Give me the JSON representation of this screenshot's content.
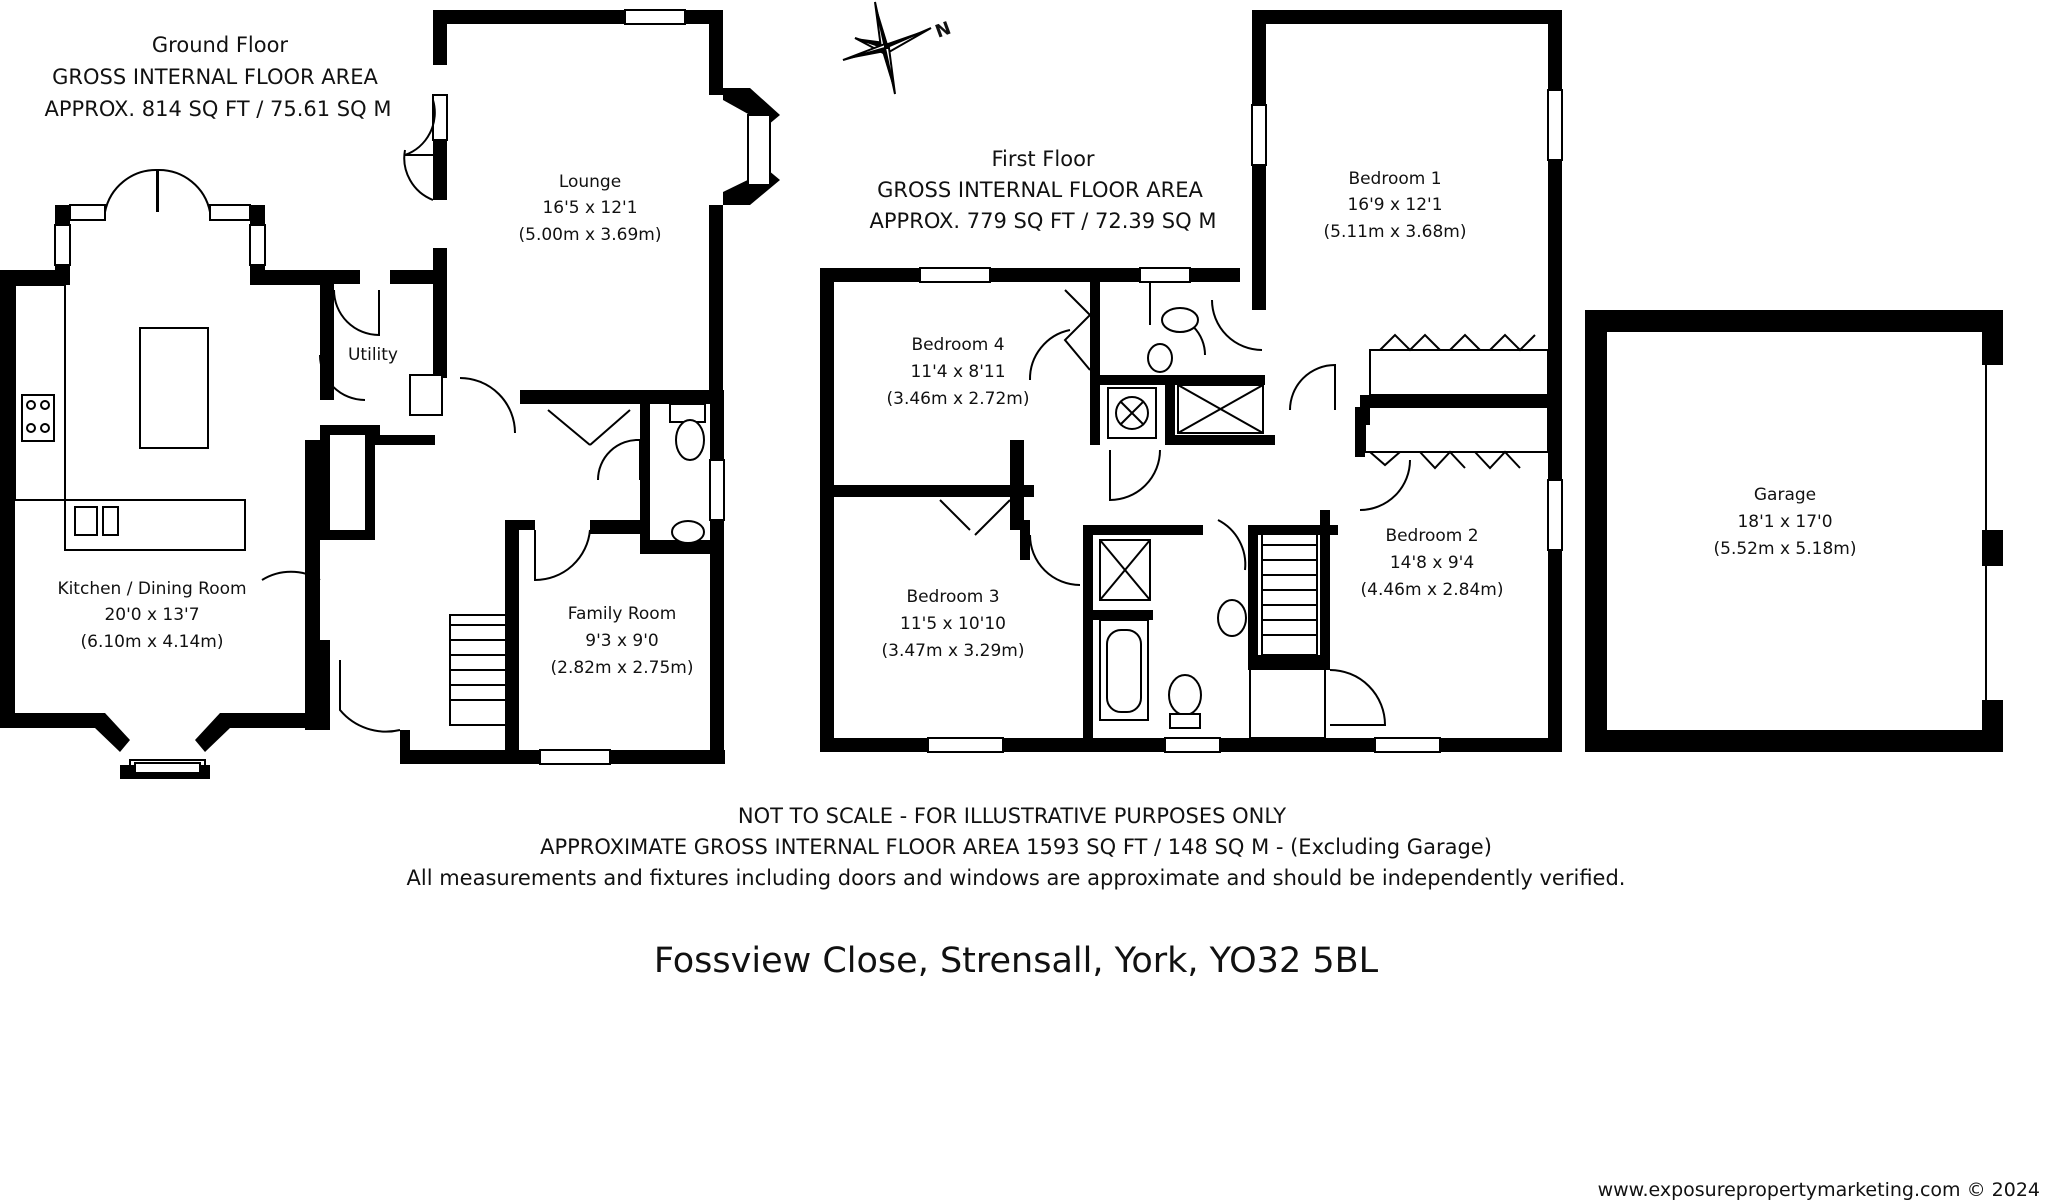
{
  "ground_floor": {
    "title": "Ground Floor",
    "area_heading": "GROSS INTERNAL FLOOR AREA",
    "area": "APPROX. 814 SQ FT / 75.61 SQ M",
    "rooms": {
      "lounge": {
        "name": "Lounge",
        "imperial": "16'5 x 12'1",
        "metric": "(5.00m x 3.69m)"
      },
      "utility": {
        "name": "Utility"
      },
      "kitchen": {
        "name": "Kitchen / Dining Room",
        "imperial": "20'0 x 13'7",
        "metric": "(6.10m x 4.14m)"
      },
      "family": {
        "name": "Family Room",
        "imperial": "9'3 x 9'0",
        "metric": "(2.82m x 2.75m)"
      }
    }
  },
  "first_floor": {
    "title": "First Floor",
    "area_heading": "GROSS INTERNAL FLOOR AREA",
    "area": "APPROX. 779 SQ FT / 72.39 SQ M",
    "rooms": {
      "bedroom1": {
        "name": "Bedroom 1",
        "imperial": "16'9 x 12'1",
        "metric": "(5.11m x 3.68m)"
      },
      "bedroom2": {
        "name": "Bedroom 2",
        "imperial": "14'8 x 9'4",
        "metric": "(4.46m x 2.84m)"
      },
      "bedroom3": {
        "name": "Bedroom 3",
        "imperial": "11'5 x 10'10",
        "metric": "(3.47m x 3.29m)"
      },
      "bedroom4": {
        "name": "Bedroom 4",
        "imperial": "11'4 x 8'11",
        "metric": "(3.46m x 2.72m)"
      }
    }
  },
  "garage": {
    "name": "Garage",
    "imperial": "18'1 x 17'0",
    "metric": "(5.52m x 5.18m)"
  },
  "compass": {
    "north_letter": "N",
    "icon": "compass-rose-icon"
  },
  "notes": {
    "line1": "NOT TO SCALE - FOR ILLUSTRATIVE PURPOSES ONLY",
    "line2": "APPROXIMATE GROSS INTERNAL FLOOR AREA 1593 SQ FT / 148 SQ M - (Excluding Garage)",
    "line3": "All measurements and fixtures including doors and windows are approximate and should be independently verified."
  },
  "address": "Fossview Close, Strensall, York, YO32 5BL",
  "copyright": "www.exposurepropertymarketing.com © 2024",
  "colors": {
    "walls": "#000000",
    "background": "#ffffff"
  }
}
